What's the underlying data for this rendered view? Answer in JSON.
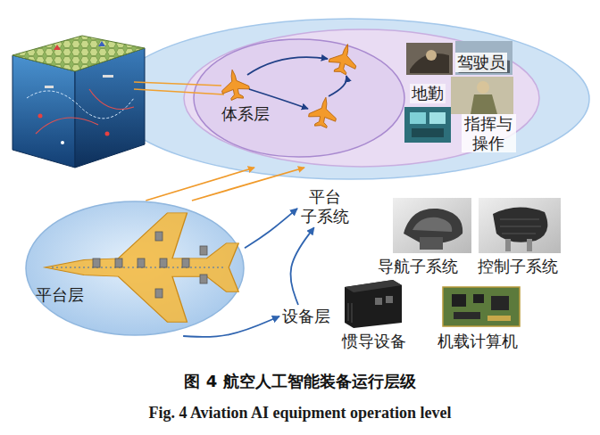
{
  "diagram": {
    "caption": "图 4 航空人工智能装备运行层级",
    "nodes": [
      {
        "text": [
          "体系层"
        ]
      },
      {
        "text": [
          "平台层"
        ]
      },
      {
        "text": [
          "平台 子系统"
        ]
      },
      {
        "text": [
          "设备层"
        ]
      }
    ],
    "edges": [
      {
        "from": 1,
        "to": 2,
        "arrow": "to"
      },
      {
        "from": 1,
        "to": 3,
        "arrow": "to"
      },
      {
        "from": 3,
        "to": 2,
        "arrow": "to"
      },
      {
        "from": 1,
        "to": 0,
        "arrow": "to"
      },
      {
        "from": 1,
        "to": 0,
        "arrow": "to"
      }
    ],
    "labels": [
      "驾驶员",
      "地勤",
      "指挥与 操作",
      "导航子系统",
      "控制子系统",
      "惯导设备",
      "机载计算机",
      "Fig. 4 Aviation AI equipment operation level"
    ]
  }
}
